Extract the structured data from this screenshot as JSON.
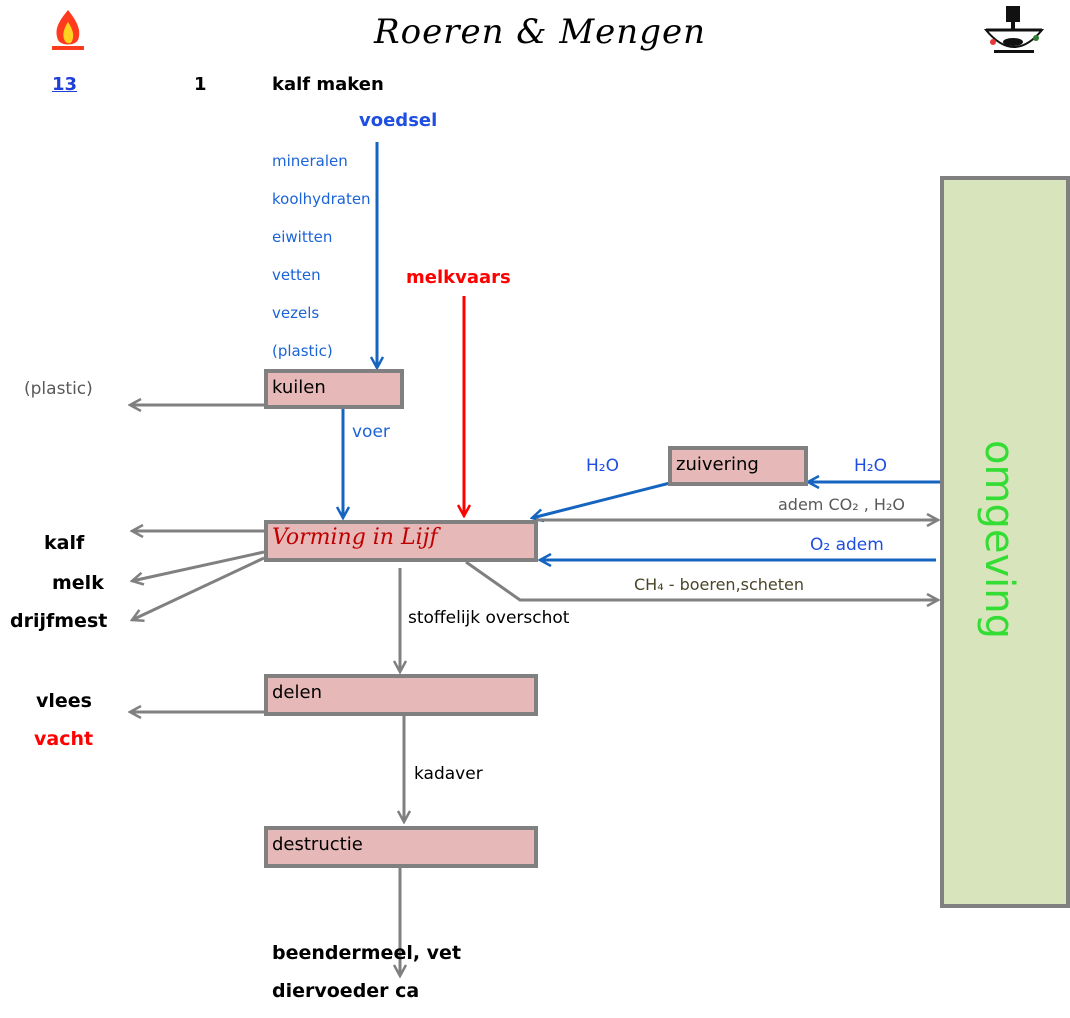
{
  "header": {
    "title": "Roeren & Mengen",
    "link_number": "13",
    "step_number": "1",
    "step_title": "kalf maken"
  },
  "icons": {
    "left": "fire-icon",
    "right": "mixer-icon"
  },
  "inputs": {
    "food_label": "voedsel",
    "nutrients": [
      "mineralen",
      "koolhydraten",
      "eiwitten",
      "vetten",
      "vezels",
      "(plastic)"
    ],
    "heifer_label": "melkvaars"
  },
  "boxes": {
    "kuilen": "kuilen",
    "main": "Vorming in Lijf",
    "zuivering": "zuivering",
    "delen": "delen",
    "destructie": "destructie"
  },
  "flows": {
    "plastic_out": "(plastic)",
    "voer": "voer",
    "h2o_left": "H₂O",
    "h2o_right": "H₂O",
    "adem_out": "adem CO₂ , H₂O",
    "o2_in": "O₂ adem",
    "ch4_out": "CH₄ - boeren,scheten",
    "remains": "stoffelijk overschot",
    "kadaver": "kadaver"
  },
  "outputs": {
    "kalf": "kalf",
    "melk": "melk",
    "drijfmest": "drijfmest",
    "vlees": "vlees",
    "vacht": "vacht",
    "final_1": "beendermeel, vet",
    "final_2": "diervoeder ca"
  },
  "environment": {
    "label": "omgeving"
  },
  "colors": {
    "box_fill": "#e6b8b7",
    "box_border": "#808080",
    "env_fill": "#d8e4bc",
    "env_text": "#33dd33",
    "arrow_gray": "#808080",
    "arrow_blue": "#1565c0",
    "arrow_red": "#ff0000"
  }
}
